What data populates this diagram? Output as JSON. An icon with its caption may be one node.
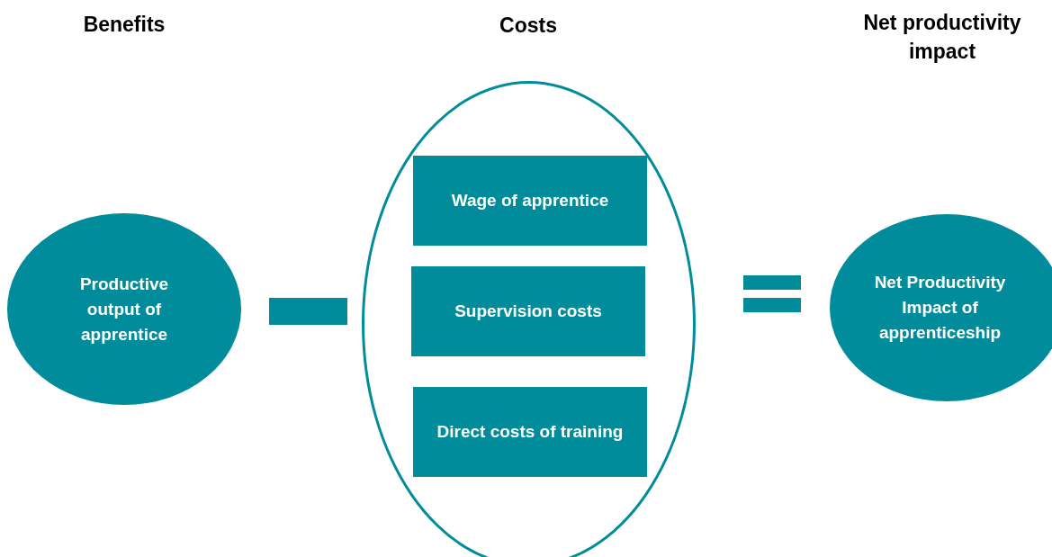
{
  "diagram": {
    "nodes": [
      {
        "text": [
          "Productive output of apprentice"
        ]
      },
      {
        "text": [],
        "shape": "ellipse"
      },
      {
        "text": [
          "Wage of apprentice"
        ],
        "in": 1
      },
      {
        "text": [
          "Supervision costs"
        ],
        "in": 1
      },
      {
        "text": [
          "Direct costs of training"
        ],
        "in": 1
      },
      {
        "text": [
          "Net Productivity Impact of apprenticeship"
        ]
      }
    ],
    "edges": [],
    "labels": [
      "Benefits",
      "Costs",
      "Net productivity impact"
    ]
  }
}
